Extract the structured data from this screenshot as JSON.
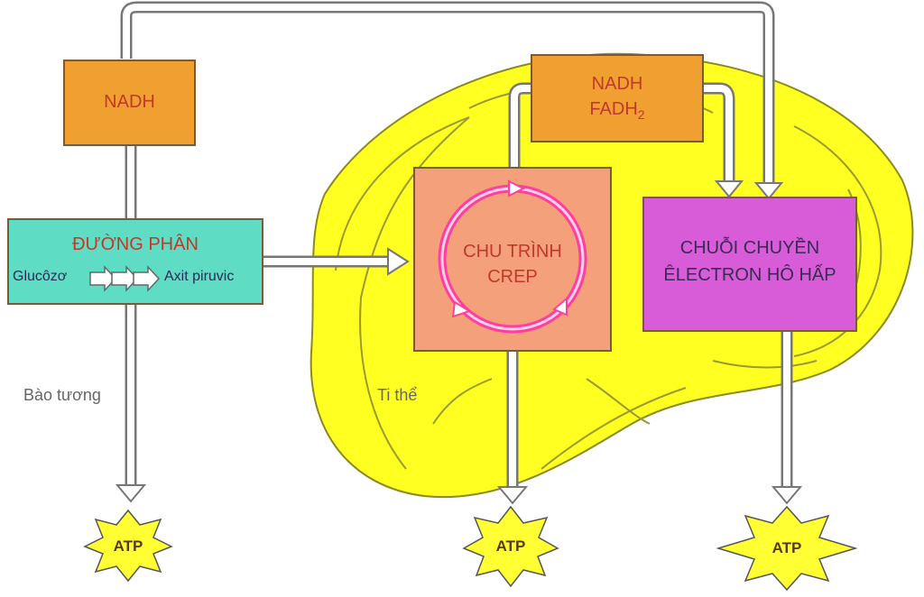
{
  "labels": {
    "nadh_left": "NADH",
    "nadh_right": "NADH",
    "fadh2_base": "FADH",
    "fadh2_sub": "2",
    "glycolysis_title": "ĐƯỜNG PHÂN",
    "glucose": "Glucôzơ",
    "pyruvate": "Axit piruvic",
    "krebs_line1": "CHU TRÌNH",
    "krebs_line2": "CREP",
    "etc_line1": "CHUỖI CHUYỀN",
    "etc_line2": "ÊLECTRON HÔ HẤP",
    "cytoplasm": "Bào tương",
    "mitochondrion": "Ti thể",
    "atp1": "ATP",
    "atp2": "ATP",
    "atp3": "ATP"
  },
  "colors": {
    "mitochondrion": "#ffff22",
    "nadh_box": "#f0a030",
    "glycolysis_box": "#5fdcc4",
    "krebs_box": "#f4a07a",
    "etc_box": "#d85cd8",
    "atp_star": "#ffff33"
  }
}
